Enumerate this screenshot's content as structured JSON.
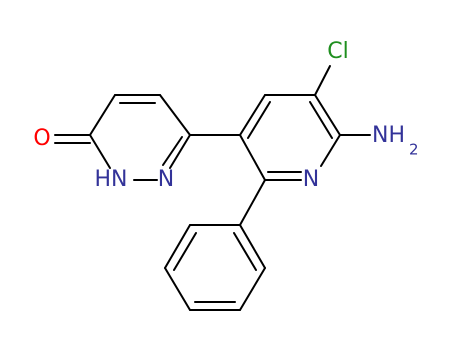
{
  "molecule": {
    "atoms": {
      "O": {
        "label": "O",
        "color": "#ff0000"
      },
      "HN": {
        "label": "HN",
        "color": "#333399"
      },
      "N_pyridazine": {
        "label": "N",
        "color": "#333399"
      },
      "N_pyridine": {
        "label": "N",
        "color": "#333399"
      },
      "Cl": {
        "label": "Cl",
        "color": "#1f8f1f"
      },
      "NH2": {
        "label": "NH",
        "subscript": "2",
        "color": "#333399"
      }
    },
    "bond_color": "#000000"
  }
}
